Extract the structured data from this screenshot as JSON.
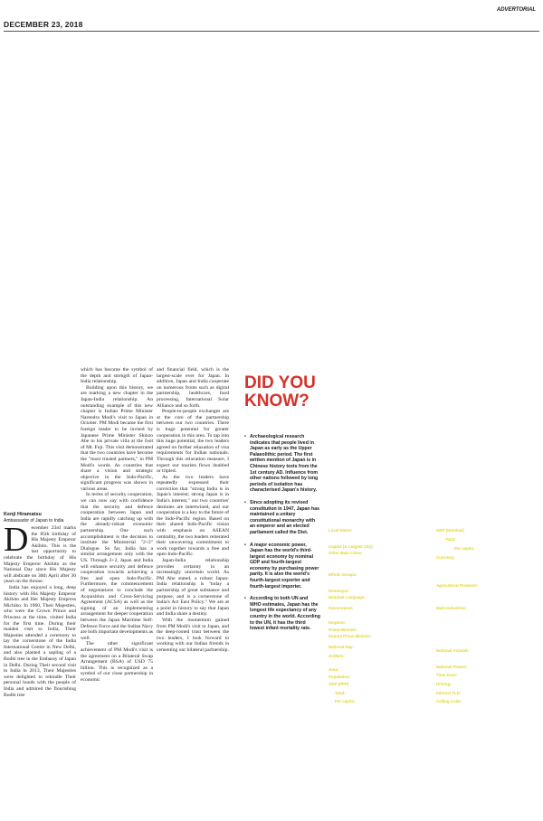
{
  "header": {
    "date": "DECEMBER 23, 2018",
    "section": "ADVERTORIAL"
  },
  "byline": {
    "name": "Kenji Hiramatsu",
    "role": "Ambassador of Japan to India"
  },
  "article": {
    "col1": [
      "ecember 23rd marks the 85th birthday of His Majesty Emperor Akihito. This is the last opportunity to celebrate the birthday of His Majesty Emperor Akihito as the National Day since His Majesty will abdicate on 30th April after 30 years on the throne.",
      "India has enjoyed a long, deep history with His Majesty Emperor Akihito and Her Majesty Empress Michiko. In 1960, Their Majesties, who were the Crown Prince and Princess at the time, visited India for the first time. During their maiden visit to India, Their Majesties attended a ceremony to lay the cornerstone of the India International Centre in New Delhi, and also planted a sapling of a Bodhi tree in the Embassy of Japan in Delhi. During Their second visit to India in 2013, Their Majesties were delighted to rekindle Their personal bonds with the people of India and admired the flourishing Bodhi tree"
    ],
    "col2": [
      "which has become the symbol of the depth and strength of Japan-India relationship.",
      "Building upon this history, we are marking a new chapter in the Japan-India relationship. An outstanding example of this new chapter is Indian Prime Minister Narendra Modi's visit to Japan in October. PM Modi became the first foreign leader to be invited by Japanese Prime Minister Shinzo Abe to his private villa at the foot of Mt. Fuji. This visit demonstrated that the two countries have become the \"most trusted partners,\" in PM Modi's words. As countries that share a vision and strategic objective in the Indo-Pacific, significant progress was shown in various areas.",
      "In terms of security cooperation, we can now say with confidence that the security and defence cooperation between Japan and India are rapidly catching up with the already-robust economic partnership. One such accomplishment is the decision to institute the Ministerial \"2+2\" Dialogue. So far, India has a similar arrangement only with the US. Through 2+2, Japan and India will enhance security and defence cooperation towards achieving a free and open Indo-Pacific. Furthermore, the commencement of negotiations to conclude the Acquisition and Cross-Servicing Agreement (ACSA) as well as the signing of an implementing arrangement for deeper cooperation between the Japan Maritime Self-Defence Force and the Indian Navy are both important developments as well.",
      "The other significant achievement of PM Modi's visit is the agreement on a Bilateral Swap Arrangement (BSA) of USD 75 billion. This is recognized as a symbol of our close partnership in economic"
    ],
    "col3": [
      "and financial field, which is the largest-scale ever for Japan. In addition, Japan and India cooperate on numerous fronts such as digital partnership, healthcare, food processing, International Solar Alliance and so forth.",
      "People-to-people exchanges are at the core of the partnership between our two countries. There is huge potential for greater cooperation in this area. To tap into this huge potential, the two leaders agreed on further relaxation of visa requirements for Indian nationals. Through this relaxation measure, I expect our tourists flows doubled or tripled.",
      "As the two leaders have repeatedly expressed their conviction that \"strong India is in Japan's interest; strong Japan is in India's interest,\" our two countries' destinies are intertwined, and our cooperation is a key to the future of the Indo-Pacific region. Based on their shared Indo-Pacific vision with emphasis on ASEAN centrality, the two leaders reiterated their unwavering commitment to work together towards a free and open Indo-Pacific.",
      "Japan-India relationship provides certainty in an increasingly uncertain world. As PM Abe stated, a robust Japan-India relationship is \"today a partnership of great substance and purpose, and is a cornerstone of India's Act East Policy.\" We are at a point in history to say that Japan and India share a destiny.",
      "With the momentum gained from PM Modi's visit to Japan, and the deep-rooted trust between the two leaders, I look forward to working with our Indian friends in cementing our bilateral partnership."
    ]
  },
  "did_you_know": {
    "title": "DID YOU KNOW?",
    "title_color": "#d5322a",
    "bullet": "•",
    "facts": [
      "Archaeological research indicates that people lived in Japan as early as the Upper Palaeolithic period. The first written mention of Japan is in Chinese history texts from the 1st century AD. Influence from other nations followed by long periods of isolation has characterised Japan's history.",
      "Since adopting its revised constitution in 1947, Japan has maintained a unitary constitutional monarchy with an emperor and an elected parliament called the Diet.",
      "A major economic power, Japan has the world's third-largest economy by nominal GDP and fourth-largest economy by purchasing power parity. It is also the world's fourth-largest exporter and fourth-largest importer.",
      "According to both UN and WHO estimates, Japan has the longest life expectancy of any country in the world. According to the UN, it has the third lowest infant mortality rate."
    ]
  },
  "fact_box": {
    "color": "#e1d42b",
    "col_a": [
      "Local Name:",
      "Capital (& Largest City):",
      "Other Main Cities:",
      "Ethnic Groups:",
      "Demonym:",
      "National Language:",
      "Government:",
      "Emperor:",
      "Prime Minister:",
      "Deputy Prime Minister:",
      "National Day:",
      "Anthem:",
      "Area:",
      "Population:",
      "GDP (PPP)",
      "Total:",
      "Per capita:"
    ],
    "col_b": [
      "GDP (Nominal)",
      "Total:",
      "Per capita:",
      "Currency:",
      "Agricultural Products:",
      "Main Industries:",
      "National Animals:",
      "National Flower:",
      "Time Zone:",
      "Driving:",
      "Internet TLD:",
      "Calling Code:"
    ]
  }
}
